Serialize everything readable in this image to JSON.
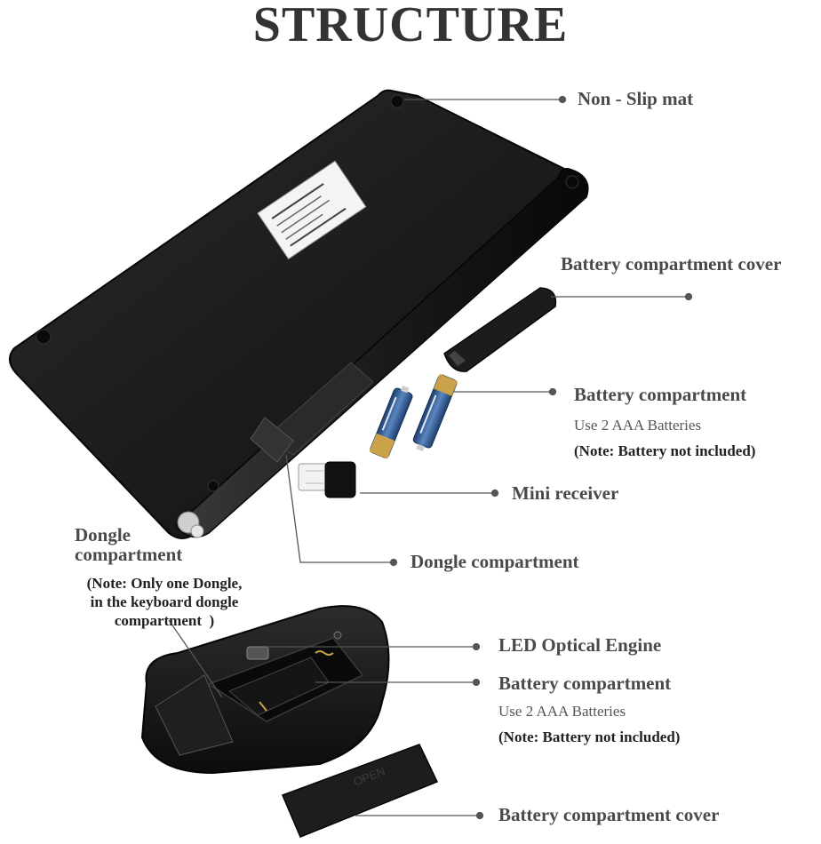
{
  "title": "STRUCTURE",
  "keyboard_labels": {
    "non_slip_mat": "Non - Slip mat",
    "battery_cover": "Battery compartment cover",
    "battery_compartment": "Battery compartment",
    "battery_use": "Use 2 AAA Batteries",
    "battery_note": "(Note: Battery not included)",
    "mini_receiver": "Mini receiver",
    "dongle_compartment": "Dongle compartment"
  },
  "dongle_callout": {
    "title_line1": "Dongle",
    "title_line2": "compartment",
    "note_line1": "(Note: Only one Dongle,",
    "note_line2": "in the keyboard dongle",
    "note_line3": "compartment  )"
  },
  "mouse_labels": {
    "led_engine": "LED Optical Engine",
    "battery_compartment": "Battery compartment",
    "battery_use": "Use 2 AAA Batteries",
    "battery_note": "(Note: Battery not included)",
    "battery_cover": "Battery compartment cover"
  },
  "mouse_cover_text": "OPEN",
  "colors": {
    "device_body": "#1a1a1a",
    "device_edge": "#0a0a0a",
    "leader_line": "#555555",
    "battery_blue": "#2f5f9a",
    "battery_gold": "#c9a24a"
  }
}
